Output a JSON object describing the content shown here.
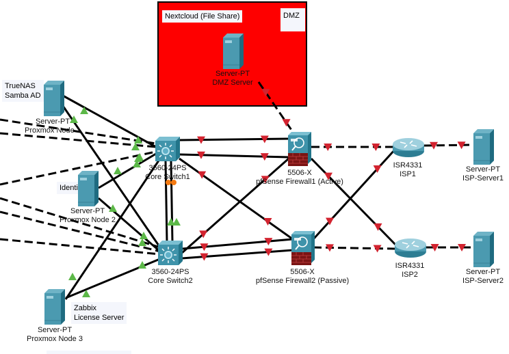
{
  "canvas": {
    "background": "#ffffff"
  },
  "colors": {
    "link_up": "#5cb848",
    "link_down": "#d2232f",
    "link_line": "#000000",
    "stack_port": "#f47a12",
    "dmz_fill": "#fe0000",
    "note_bg": "#f4f6fc"
  },
  "areas": {
    "dmz": {
      "title": "DMZ",
      "note": "Nextcloud (File Share)"
    }
  },
  "notes": {
    "truenas": "TrueNAS\nSamba AD",
    "identify": "Identify",
    "zabbix": "Zabbix\nLicense Server"
  },
  "devices": [
    {
      "id": "dmz-server",
      "icon": "server-icon",
      "model": "Server-PT",
      "name": "DMZ Server"
    },
    {
      "id": "proxmox-node-1",
      "icon": "server-icon",
      "model": "Server-PT",
      "name": "Proxmox Node 1"
    },
    {
      "id": "proxmox-node-2",
      "icon": "server-icon",
      "model": "Server-PT",
      "name": "Proxmox Node 2"
    },
    {
      "id": "proxmox-node-3",
      "icon": "server-icon",
      "model": "Server-PT",
      "name": "Proxmox Node 3"
    },
    {
      "id": "core-switch-1",
      "icon": "multilayer-switch-icon",
      "model": "3560-24PS",
      "name": "Core Switch1"
    },
    {
      "id": "core-switch-2",
      "icon": "multilayer-switch-icon",
      "model": "3560-24PS",
      "name": "Core Switch2"
    },
    {
      "id": "firewall-1",
      "icon": "firewall-icon",
      "model": "5506-X",
      "name": "pfSense Firewall1 (Active)"
    },
    {
      "id": "firewall-2",
      "icon": "firewall-icon",
      "model": "5506-X",
      "name": "pfSense Firewall2 (Passive)"
    },
    {
      "id": "isp-1",
      "icon": "router-icon",
      "model": "ISR4331",
      "name": "ISP1"
    },
    {
      "id": "isp-2",
      "icon": "router-icon",
      "model": "ISR4331",
      "name": "ISP2"
    },
    {
      "id": "isp-server-1",
      "icon": "server-icon",
      "model": "Server-PT",
      "name": "ISP-Server1"
    },
    {
      "id": "isp-server-2",
      "icon": "server-icon",
      "model": "Server-PT",
      "name": "ISP-Server2"
    }
  ],
  "links": [
    {
      "from": "proxmox-node-1",
      "to": "core-switch-1",
      "type": "copper-straight",
      "status": "up"
    },
    {
      "from": "proxmox-node-1",
      "to": "core-switch-2",
      "type": "copper-straight",
      "status": "up"
    },
    {
      "from": "proxmox-node-2",
      "to": "core-switch-1",
      "type": "copper-straight",
      "status": "up"
    },
    {
      "from": "proxmox-node-2",
      "to": "core-switch-2",
      "type": "copper-straight",
      "status": "up"
    },
    {
      "from": "proxmox-node-3",
      "to": "core-switch-1",
      "type": "copper-straight",
      "status": "up"
    },
    {
      "from": "proxmox-node-3",
      "to": "core-switch-2",
      "type": "copper-straight",
      "status": "up"
    },
    {
      "from": "offscreen-a",
      "to": "core-switch-1",
      "type": "copper-cross",
      "status": "up"
    },
    {
      "from": "offscreen-b",
      "to": "core-switch-1",
      "type": "copper-cross",
      "status": "up"
    },
    {
      "from": "offscreen-c",
      "to": "core-switch-1",
      "type": "copper-cross",
      "status": "up"
    },
    {
      "from": "offscreen-d",
      "to": "core-switch-2",
      "type": "copper-cross",
      "status": "up"
    },
    {
      "from": "offscreen-e",
      "to": "core-switch-2",
      "type": "copper-cross",
      "status": "up"
    },
    {
      "from": "offscreen-f",
      "to": "core-switch-2",
      "type": "copper-cross",
      "status": "up"
    },
    {
      "from": "core-switch-1",
      "to": "core-switch-2",
      "type": "copper-straight",
      "status": "up"
    },
    {
      "from": "core-switch-1",
      "to": "core-switch-2",
      "type": "copper-straight",
      "status": "up"
    },
    {
      "from": "core-switch-1",
      "to": "firewall-1",
      "type": "copper-straight",
      "status": "down"
    },
    {
      "from": "core-switch-1",
      "to": "firewall-1",
      "type": "copper-straight",
      "status": "down"
    },
    {
      "from": "core-switch-1",
      "to": "firewall-2",
      "type": "copper-straight",
      "status": "down"
    },
    {
      "from": "core-switch-2",
      "to": "firewall-1",
      "type": "copper-straight",
      "status": "down"
    },
    {
      "from": "core-switch-2",
      "to": "firewall-2",
      "type": "copper-straight",
      "status": "down"
    },
    {
      "from": "core-switch-2",
      "to": "firewall-2",
      "type": "copper-straight",
      "status": "down"
    },
    {
      "from": "firewall-1",
      "to": "dmz-server",
      "type": "copper-cross",
      "status": "down"
    },
    {
      "from": "firewall-1",
      "to": "isp-1",
      "type": "copper-cross",
      "status": "down"
    },
    {
      "from": "firewall-1",
      "to": "isp-2",
      "type": "copper-straight",
      "status": "down"
    },
    {
      "from": "firewall-2",
      "to": "isp-1",
      "type": "copper-straight",
      "status": "down"
    },
    {
      "from": "firewall-2",
      "to": "isp-2",
      "type": "copper-cross",
      "status": "down"
    },
    {
      "from": "isp-1",
      "to": "isp-server-1",
      "type": "copper-cross",
      "status": "down"
    },
    {
      "from": "isp-2",
      "to": "isp-server-2",
      "type": "copper-cross",
      "status": "down"
    }
  ]
}
